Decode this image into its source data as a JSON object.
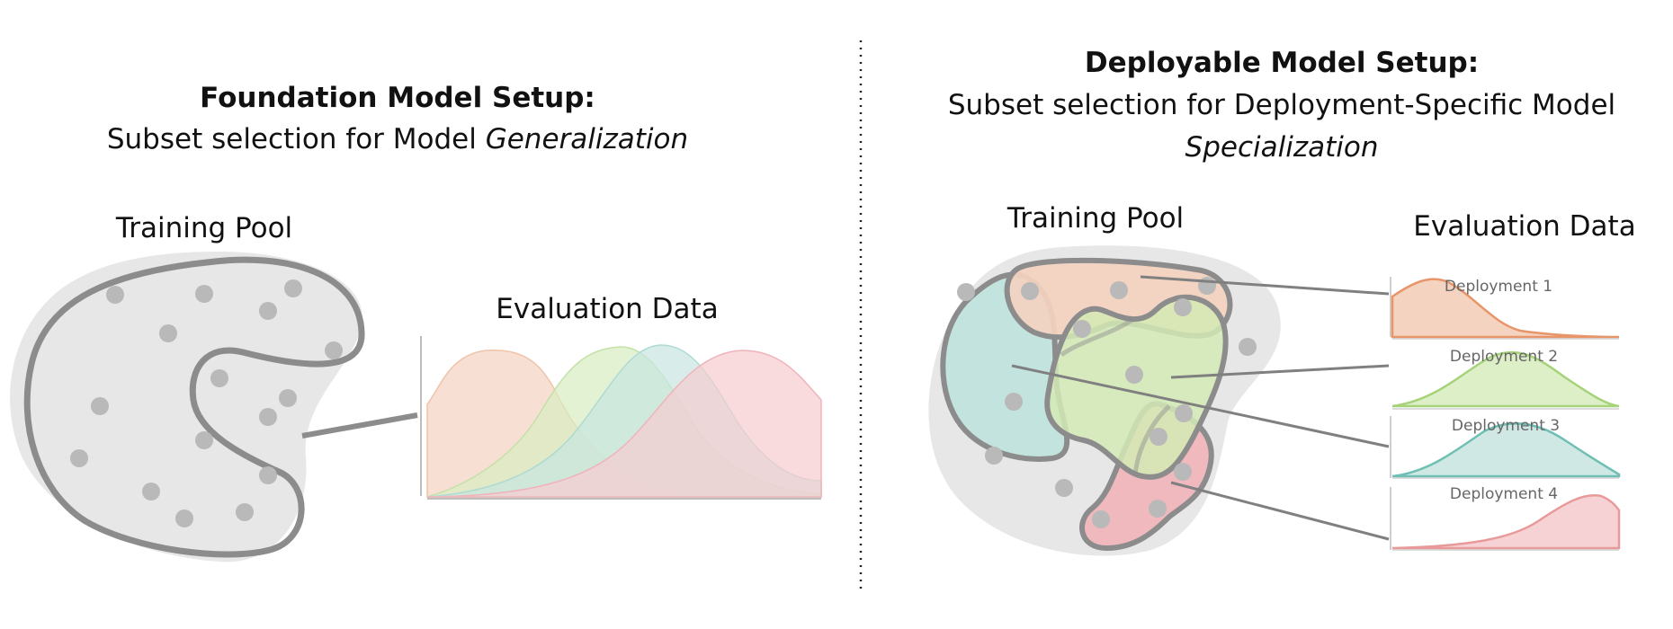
{
  "left_panel": {
    "title": "Foundation Model Setup:",
    "subtitle_prefix": "Subset selection for Model ",
    "subtitle_emphasis": "Generalization",
    "pool_label": "Training Pool",
    "eval_label": "Evaluation Data"
  },
  "right_panel": {
    "title": "Deployable Model Setup:",
    "subtitle_line1": "Subset selection for Deployment-Specific Model",
    "subtitle_emphasis": "Specialization",
    "pool_label": "Training Pool",
    "eval_label": "Evaluation Data",
    "deployments": [
      {
        "label": "Deployment 1",
        "color": "#e8956a"
      },
      {
        "label": "Deployment 2",
        "color": "#a6d37a"
      },
      {
        "label": "Deployment 3",
        "color": "#6fbfb5"
      },
      {
        "label": "Deployment 4",
        "color": "#e89a9a"
      }
    ]
  },
  "colors": {
    "outline": "#8c8c8c",
    "pool_fill": "#e6e6e6",
    "dots": "#b9b9b9",
    "dist_orange": "#f4d6c4",
    "dist_green": "#d8ecc2",
    "dist_teal": "#c7e6e1",
    "dist_pink": "#f6ccd0"
  }
}
